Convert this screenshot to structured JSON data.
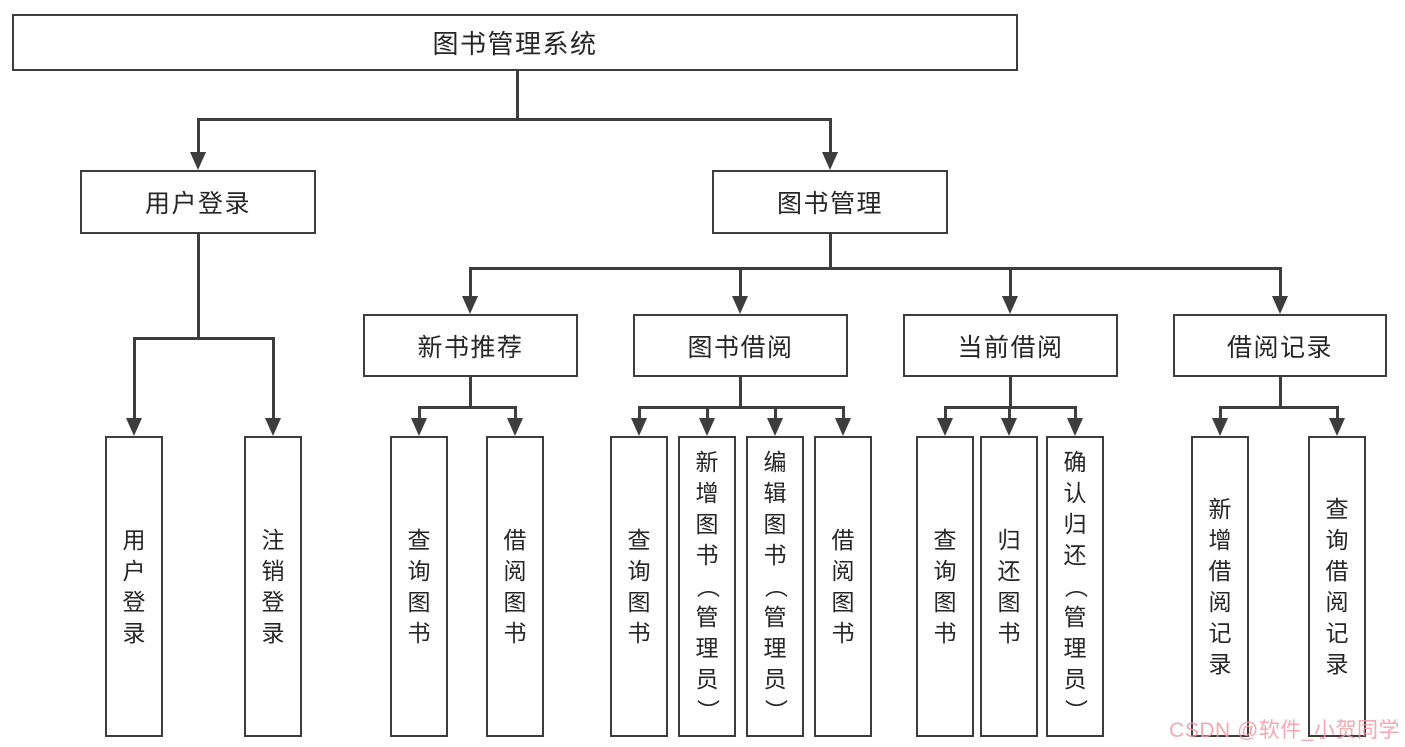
{
  "diagram": {
    "title": "图书管理系统",
    "user_branch": {
      "label": "用户登录",
      "children": [
        "用户登录",
        "注销登录"
      ]
    },
    "book_branch": {
      "label": "图书管理",
      "sections": [
        {
          "label": "新书推荐",
          "children": [
            "查询图书",
            "借阅图书"
          ]
        },
        {
          "label": "图书借阅",
          "children": [
            "查询图书",
            "新增图书（管理员）",
            "编辑图书（管理员）",
            "借阅图书"
          ]
        },
        {
          "label": "当前借阅",
          "children": [
            "查询图书",
            "归还图书",
            "确认归还（管理员）"
          ]
        },
        {
          "label": "借阅记录",
          "children": [
            "新增借阅记录",
            "查询借阅记录"
          ]
        }
      ]
    }
  },
  "watermark": {
    "text": "CSDN @软件_小贺同学",
    "color": "#f498a2"
  },
  "colors": {
    "line": "#3d3d3d",
    "box_border": "#3d3d3d",
    "text": "#262626",
    "background": "#ffffff"
  }
}
